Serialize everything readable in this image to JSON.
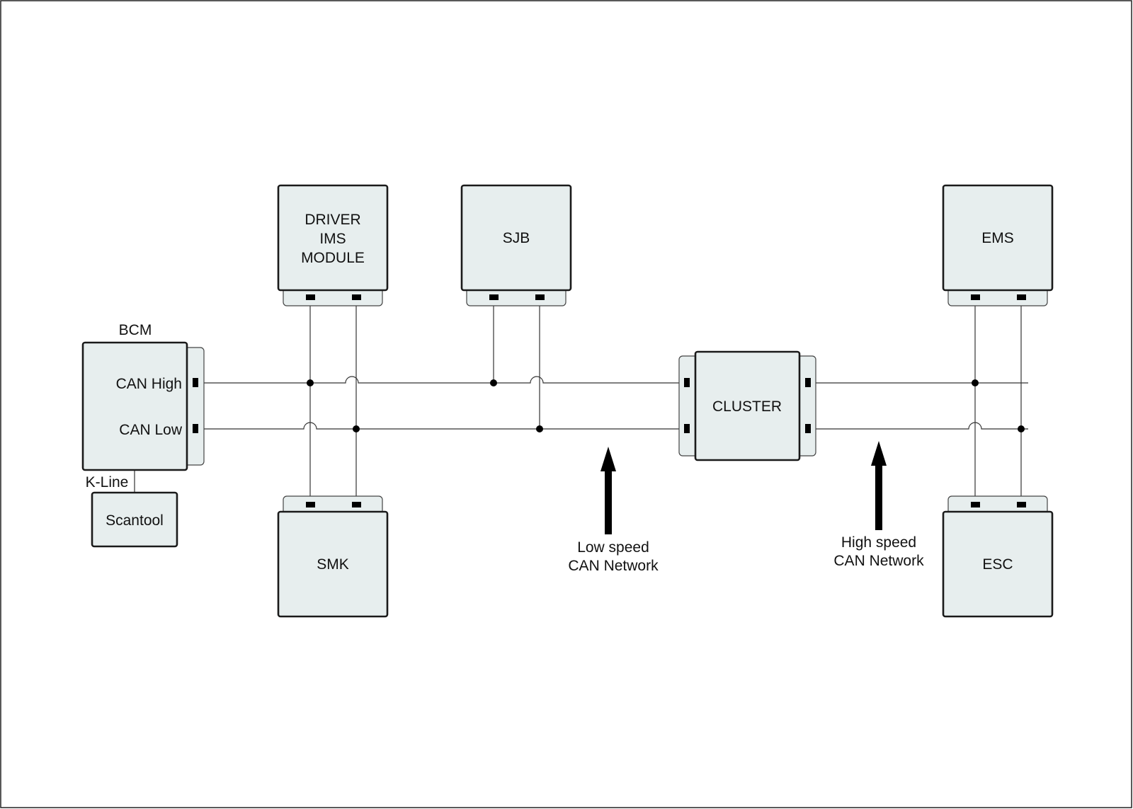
{
  "modules": {
    "driver_ims": {
      "lines": [
        "DRIVER",
        "IMS",
        "MODULE"
      ]
    },
    "sjb": {
      "lines": [
        "SJB"
      ]
    },
    "ems": {
      "lines": [
        "EMS"
      ]
    },
    "smk": {
      "lines": [
        "SMK"
      ]
    },
    "esc": {
      "lines": [
        "ESC"
      ]
    },
    "cluster": {
      "lines": [
        "CLUSTER"
      ]
    },
    "bcm": {
      "title": "BCM",
      "can_high": "CAN High",
      "can_low": "CAN Low"
    },
    "scantool": {
      "label": "Scantool"
    }
  },
  "k_line": "K-Line",
  "annotations": {
    "low_speed": [
      "Low speed",
      "CAN Network"
    ],
    "high_speed": [
      "High speed",
      "CAN Network"
    ]
  },
  "colors": {
    "module_fill": "#e7eeee",
    "line": "#1a1a1a"
  }
}
